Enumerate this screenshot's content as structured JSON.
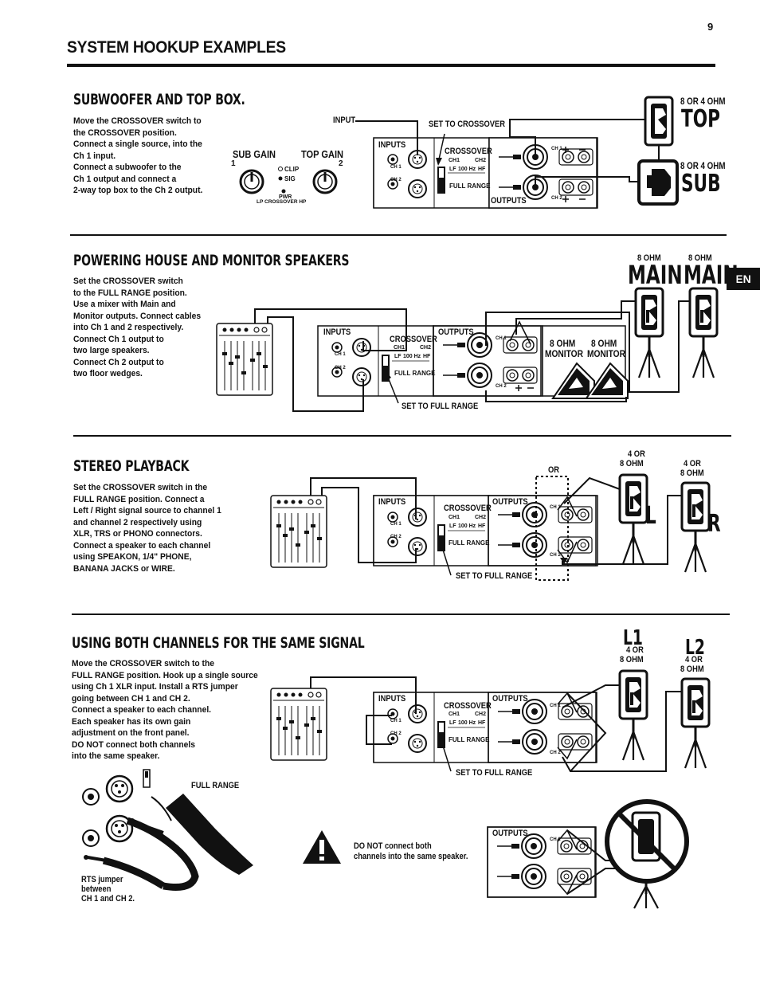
{
  "page_number": "9",
  "page_title": "SYSTEM HOOKUP EXAMPLES",
  "language_badge": "EN",
  "sections": {
    "sub_top": {
      "title": "SUBWOOFER AND TOP BOX.",
      "description": [
        "Move the CROSSOVER switch to",
        "the CROSSOVER position.",
        "Connect a single source, into the",
        "Ch 1 input.",
        "Connect a subwoofer  to the",
        "Ch 1 output and connect a",
        "2-way top box to the Ch 2 output."
      ],
      "labels": {
        "input": "INPUT",
        "set_to": "SET TO CROSSOVER",
        "sub_gain": "SUB GAIN",
        "top_gain": "TOP GAIN",
        "top_ohm": "8 OR 4 OHM",
        "top": "TOP",
        "sub_ohm": "8 OR 4 OHM",
        "sub": "SUB",
        "knob_1": "1",
        "knob_2": "2",
        "clip": "CLIP",
        "sig": "SIG",
        "pwr": "PWR",
        "lp_hp": "LP CROSSOVER HP"
      }
    },
    "house": {
      "title": "POWERING HOUSE AND MONITOR SPEAKERS",
      "description": [
        "Set the CROSSOVER switch",
        "to the FULL RANGE position.",
        "Use a mixer with Main and",
        "Monitor outputs. Connect cables",
        "into Ch 1 and 2 respectively.",
        "Connect Ch 1 output to",
        "two large speakers.",
        "Connect Ch 2 output to",
        "two floor wedges."
      ],
      "labels": {
        "main_ohm_1": "8 OHM",
        "main_1": "MAIN",
        "main_ohm_2": "8 OHM",
        "main_2": "MAIN",
        "monitor_ohm_1": "8 OHM",
        "monitor_1": "MONITOR",
        "monitor_ohm_2": "8 OHM",
        "monitor_2": "MONITOR",
        "set_to": "SET TO FULL RANGE"
      }
    },
    "stereo": {
      "title": "STEREO PLAYBACK",
      "description": [
        "Set the CROSSOVER switch in the",
        "FULL RANGE position. Connect a",
        "Left / Right signal  source to channel 1",
        "and channel 2 respectively using",
        "XLR, TRS or PHONO connectors.",
        "Connect a speaker to each channel",
        "using SPEAKON, 1/4\" PHONE,",
        "BANANA JACKS  or WIRE."
      ],
      "labels": {
        "or": "OR",
        "l_ohm_1": "4 OR",
        "l_ohm_2": "8 OHM",
        "l": "L",
        "r_ohm_1": "4 OR",
        "r_ohm_2": "8 OHM",
        "r": "R",
        "set_to": "SET TO FULL RANGE"
      }
    },
    "same_signal": {
      "title": "USING BOTH CHANNELS FOR THE SAME SIGNAL",
      "description": [
        "Move the CROSSOVER switch to the",
        "FULL RANGE position. Hook up a single source",
        "using  Ch 1 XLR input. Install a RTS jumper",
        "going between CH 1 and  CH 2.",
        "Connect a  speaker to each channel.",
        "Each speaker has its own gain",
        "adjustment on the front panel.",
        "DO NOT connect both channels",
        "into the same  speaker."
      ],
      "labels": {
        "l1": "L1",
        "l1_ohm_1": "4 OR",
        "l1_ohm_2": "8 OHM",
        "l2": "L2",
        "l2_ohm_1": "4 OR",
        "l2_ohm_2": "8 OHM",
        "set_to": "SET TO FULL RANGE",
        "full_range": "FULL RANGE",
        "rts": [
          "RTS jumper",
          "between",
          "CH 1 and  CH 2."
        ],
        "warning": [
          "DO NOT connect both",
          "channels into the same speaker."
        ]
      }
    }
  },
  "amp_panel": {
    "inputs": "INPUTS",
    "crossover": "CROSSOVER",
    "ch1": "CH1",
    "ch2": "CH2",
    "ch_1": "CH 1",
    "ch_2": "CH 2",
    "freq": "100 Hz",
    "lf": "LF",
    "hf": "HF",
    "full_range": "FULL RANGE",
    "outputs": "OUTPUTS",
    "plus": "+",
    "minus": "−"
  }
}
